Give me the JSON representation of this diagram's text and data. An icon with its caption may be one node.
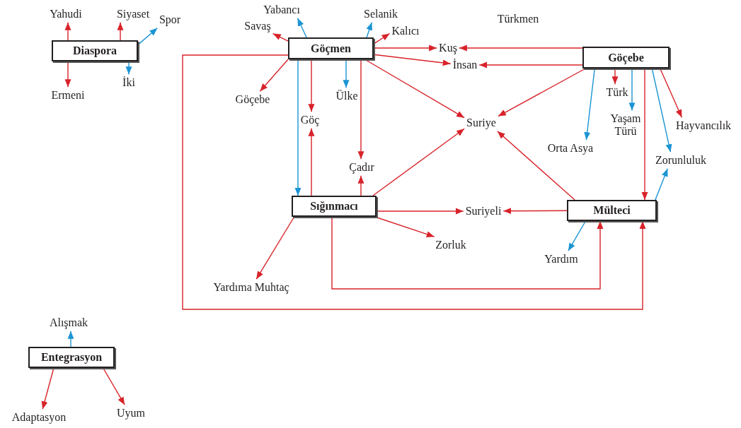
{
  "diagram": {
    "nodes": [
      {
        "text": [
          "Diaspora"
        ]
      },
      {
        "text": [
          "Yahudi"
        ]
      },
      {
        "text": [
          "Siyaset"
        ]
      },
      {
        "text": [
          "Spor"
        ]
      },
      {
        "text": [
          "Ermeni"
        ]
      },
      {
        "text": [
          "İki"
        ]
      },
      {
        "text": [
          "Göçmen"
        ]
      },
      {
        "text": [
          "Savaş"
        ]
      },
      {
        "text": [
          "Yabancı"
        ]
      },
      {
        "text": [
          "Selanik"
        ]
      },
      {
        "text": [
          "Kalıcı"
        ]
      },
      {
        "text": [
          "Göçebe"
        ]
      },
      {
        "text": [
          "Göç"
        ]
      },
      {
        "text": [
          "Ülke"
        ]
      },
      {
        "text": [
          "Çadır"
        ]
      },
      {
        "text": [
          "Kuş"
        ]
      },
      {
        "text": [
          "İnsan"
        ]
      },
      {
        "text": [
          "Suriye"
        ]
      },
      {
        "text": [
          "Göçebe"
        ]
      },
      {
        "text": [
          "Türk"
        ]
      },
      {
        "text": [
          "Yaşam Türü"
        ]
      },
      {
        "text": [
          "Orta Asya"
        ]
      },
      {
        "text": [
          "Hayvancılık"
        ]
      },
      {
        "text": [
          "Zorunluluk"
        ]
      },
      {
        "text": [
          "Sığınmacı"
        ]
      },
      {
        "text": [
          "Suriyeli"
        ]
      },
      {
        "text": [
          "Zorluk"
        ]
      },
      {
        "text": [
          "Yardıma Muhtaç"
        ]
      },
      {
        "text": [
          "Mülteci"
        ]
      },
      {
        "text": [
          "Yardım"
        ]
      },
      {
        "text": [
          "Entegrasyon"
        ]
      },
      {
        "text": [
          "Alışmak"
        ]
      },
      {
        "text": [
          "Adaptasyon"
        ]
      },
      {
        "text": [
          "Uyum"
        ]
      }
    ],
    "edges": [
      {
        "from": 0,
        "to": 1,
        "arrow": "to"
      },
      {
        "from": 0,
        "to": 2,
        "arrow": "to"
      },
      {
        "from": 0,
        "to": 3,
        "arrow": "to",
        "color": "#1a94d4"
      },
      {
        "from": 0,
        "to": 4,
        "arrow": "to"
      },
      {
        "from": 0,
        "to": 5,
        "arrow": "to",
        "color": "#1a94d4"
      },
      {
        "from": 6,
        "to": 7,
        "arrow": "to"
      },
      {
        "from": 6,
        "to": 8,
        "arrow": "to",
        "color": "#1a94d4"
      },
      {
        "from": 6,
        "to": 9,
        "arrow": "to",
        "color": "#1a94d4"
      },
      {
        "from": 6,
        "to": 10,
        "arrow": "to"
      },
      {
        "from": 6,
        "to": 11,
        "arrow": "to"
      },
      {
        "from": 6,
        "to": 12,
        "arrow": "to"
      },
      {
        "from": 6,
        "to": 13,
        "arrow": "to",
        "color": "#1a94d4"
      },
      {
        "from": 6,
        "to": 14,
        "arrow": "to"
      },
      {
        "from": 6,
        "to": 15,
        "arrow": "to"
      },
      {
        "from": 6,
        "to": 16,
        "arrow": "to"
      },
      {
        "from": 6,
        "to": 17,
        "arrow": "to"
      },
      {
        "from": 6,
        "to": 24,
        "arrow": "to",
        "color": "#1a94d4"
      },
      {
        "from": 6,
        "to": 28,
        "arrow": "to"
      },
      {
        "from": 24,
        "to": 12,
        "arrow": "to"
      },
      {
        "from": 24,
        "to": 14,
        "arrow": "to"
      },
      {
        "from": 24,
        "to": 17,
        "arrow": "to"
      },
      {
        "from": 24,
        "to": 25,
        "arrow": "to"
      },
      {
        "from": 24,
        "to": 26,
        "arrow": "to"
      },
      {
        "from": 24,
        "to": 27,
        "arrow": "to"
      },
      {
        "from": 24,
        "to": 28,
        "arrow": "to"
      },
      {
        "from": 18,
        "to": 15,
        "arrow": "to"
      },
      {
        "from": 18,
        "to": 16,
        "arrow": "to"
      },
      {
        "from": 18,
        "to": 17,
        "arrow": "to"
      },
      {
        "from": 18,
        "to": 19,
        "arrow": "to"
      },
      {
        "from": 18,
        "to": 20,
        "arrow": "to",
        "color": "#1a94d4"
      },
      {
        "from": 18,
        "to": 21,
        "arrow": "to",
        "color": "#1a94d4"
      },
      {
        "from": 18,
        "to": 23,
        "arrow": "to",
        "color": "#1a94d4"
      },
      {
        "from": 18,
        "to": 22,
        "arrow": "to"
      },
      {
        "from": 18,
        "to": 28,
        "arrow": "to"
      },
      {
        "from": 28,
        "to": 17,
        "arrow": "to"
      },
      {
        "from": 28,
        "to": 25,
        "arrow": "to"
      },
      {
        "from": 28,
        "to": 23,
        "arrow": "to",
        "color": "#1a94d4"
      },
      {
        "from": 28,
        "to": 29,
        "arrow": "to",
        "color": "#1a94d4"
      },
      {
        "from": 30,
        "to": 31,
        "arrow": "to",
        "color": "#1a94d4"
      },
      {
        "from": 30,
        "to": 32,
        "arrow": "to"
      },
      {
        "from": 30,
        "to": 33,
        "arrow": "to"
      }
    ],
    "labels": [
      "Türkmen"
    ]
  }
}
